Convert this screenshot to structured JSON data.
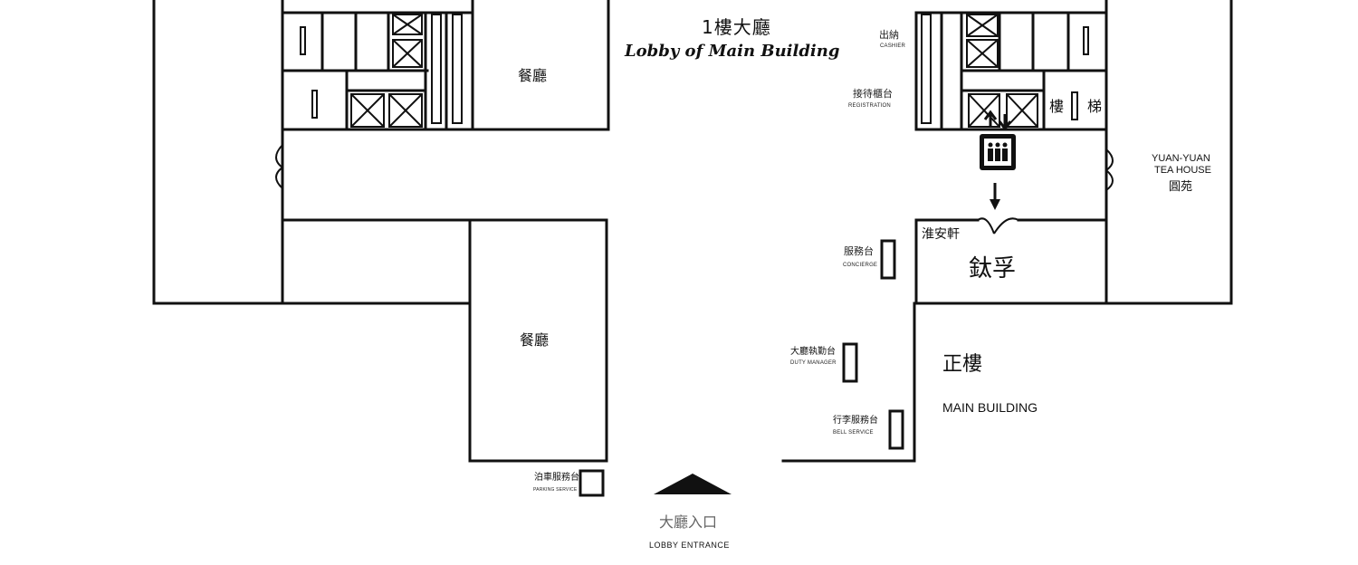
{
  "title": {
    "zh": "1樓大廳",
    "en": "Lobby of Main Building"
  },
  "rooms": {
    "restaurant_top": "餐廳",
    "restaurant_bottom": "餐廳",
    "huaianxuan": "淮安軒",
    "taipu": "鈦孚",
    "main_building_zh": "正樓",
    "main_building_en": "MAIN BUILDING",
    "tea_house_en_1": "YUAN-YUAN",
    "tea_house_en_2": "TEA HOUSE",
    "tea_house_zh": "圓苑",
    "stairs_1": "樓",
    "stairs_2": "梯"
  },
  "desks": {
    "cashier": {
      "zh": "出納",
      "en": "CASHIER"
    },
    "registration": {
      "zh": "接待櫃台",
      "en": "REGISTRATION"
    },
    "concierge": {
      "zh": "服務台",
      "en": "CONCIERGE"
    },
    "duty_manager": {
      "zh": "大廳執勤台",
      "en": "DUTY MANAGER"
    },
    "bell_service": {
      "zh": "行李服務台",
      "en": "BELL SERVICE"
    },
    "parking_service": {
      "zh": "泊車服務台",
      "en": "PARKING SERVICE"
    }
  },
  "entrance": {
    "zh": "大廳入口",
    "en": "LOBBY ENTRANCE"
  },
  "icons": [
    "elevator-icon",
    "entrance-arrow-icon",
    "down-arrow-icon",
    "door-icon"
  ],
  "colors": {
    "wall": "#111111",
    "background": "#ffffff",
    "entrance_text": "#666666"
  }
}
